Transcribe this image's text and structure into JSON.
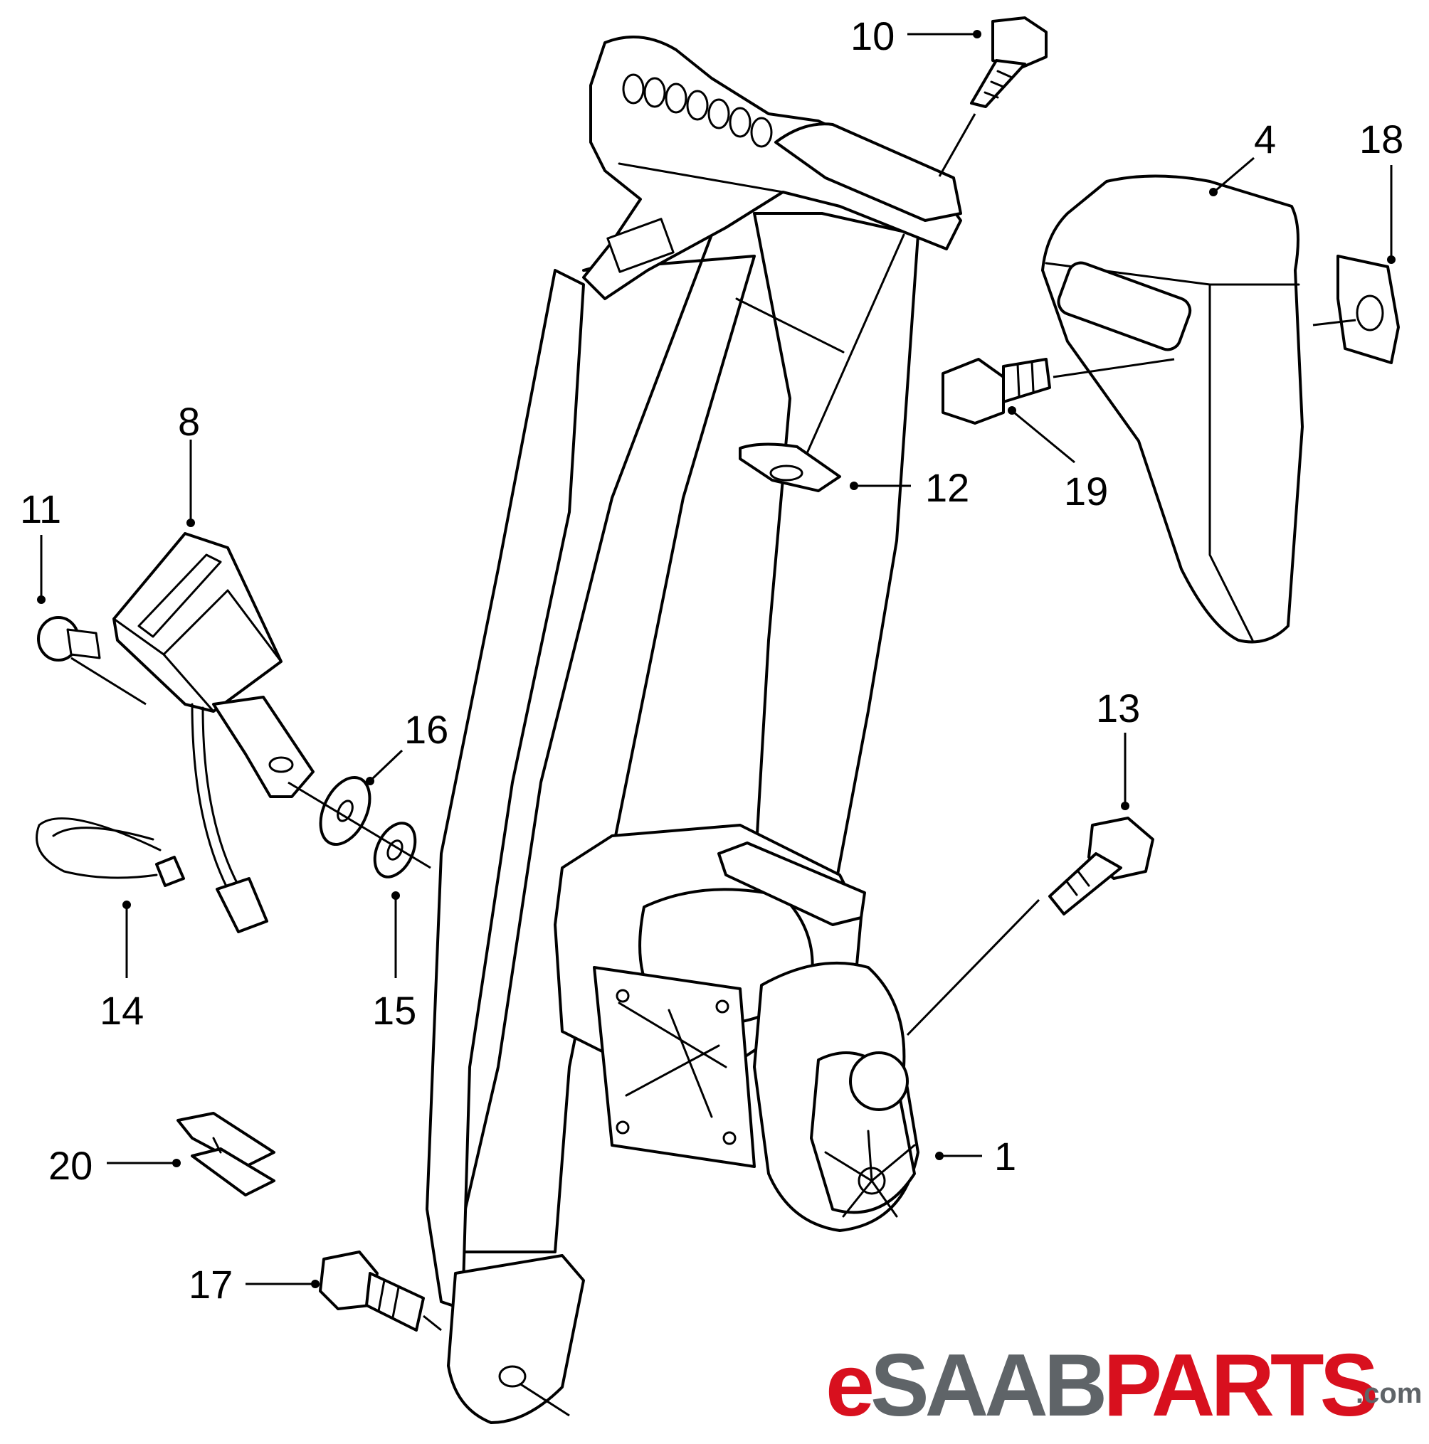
{
  "callouts": {
    "c1": "1",
    "c4": "4",
    "c8": "8",
    "c10": "10",
    "c11": "11",
    "c12": "12",
    "c13": "13",
    "c14": "14",
    "c15": "15",
    "c16": "16",
    "c17": "17",
    "c18": "18",
    "c19": "19",
    "c20": "20"
  },
  "logo": {
    "e": "e",
    "saab": "SAAB",
    "parts": "PARTS",
    "com": ".com",
    "colors": {
      "red": "#d8101e",
      "gray": "#5f6468"
    }
  }
}
